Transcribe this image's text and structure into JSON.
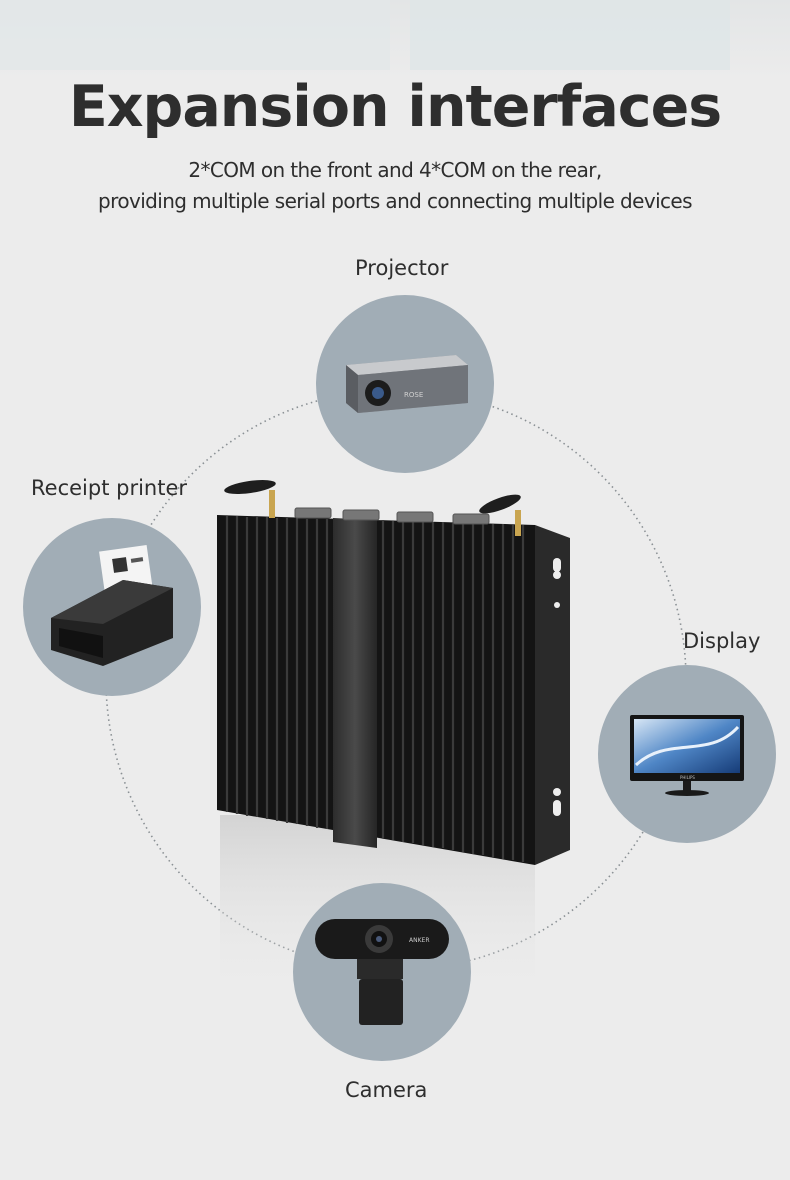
{
  "header": {
    "title": "Expansion interfaces",
    "subtitle_line1": "2*COM on the front and 4*COM on the rear,",
    "subtitle_line2": "providing multiple serial ports and connecting multiple devices"
  },
  "devices": {
    "projector": {
      "label": "Projector",
      "brand": "ROSE"
    },
    "printer": {
      "label": "Receipt printer"
    },
    "display": {
      "label": "Display",
      "brand": "PHILIPS"
    },
    "camera": {
      "label": "Camera",
      "brand": "ANKER"
    }
  },
  "colors": {
    "background": "#ececec",
    "text": "#2e2e2e",
    "circle": "#a1adb6",
    "ring": "#8a9094",
    "chassis": "#1a1a1a"
  },
  "icons": {
    "main": "fanless-mini-pc",
    "projector": "projector",
    "printer": "receipt-printer",
    "display": "monitor",
    "camera": "webcam"
  }
}
